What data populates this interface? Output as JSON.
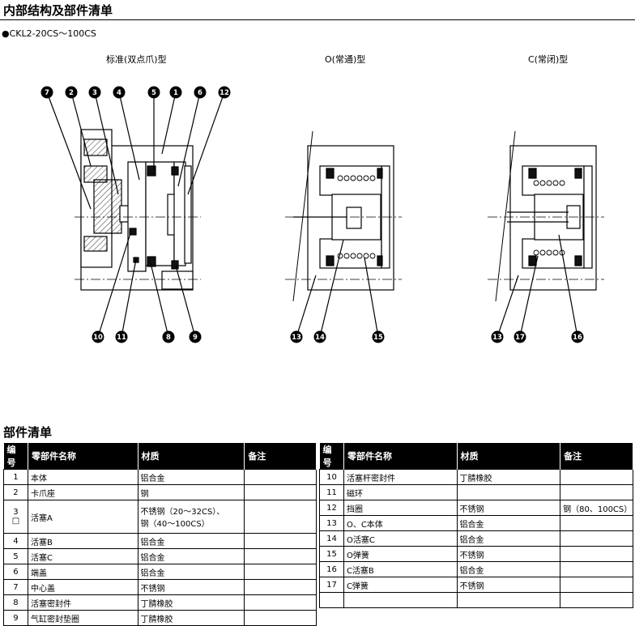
{
  "header": {
    "title": "内部结构及部件清单",
    "model_range": "●CKL2-20CS～100CS"
  },
  "diagrams": [
    {
      "label": "标准(双点爪)型"
    },
    {
      "label": "O(常通)型"
    },
    {
      "label": "C(常闭)型"
    }
  ],
  "callouts": {
    "standard_top": [
      "7",
      "2",
      "3",
      "4",
      "5",
      "1",
      "6",
      "12"
    ],
    "standard_bottom": [
      "10",
      "11",
      "8",
      "9"
    ],
    "open_bottom": [
      "13",
      "14",
      "15"
    ],
    "closed_bottom": [
      "13",
      "17",
      "16"
    ]
  },
  "parts_list": {
    "title": "部件清单",
    "columns": [
      "编号",
      "零部件名称",
      "材质",
      "备注"
    ],
    "left_rows": [
      {
        "no": "1",
        "name": "本体",
        "material": "铝合金",
        "note": ""
      },
      {
        "no": "2",
        "name": "卡爪座",
        "material": "钢",
        "note": ""
      },
      {
        "no": "3\n□",
        "name": "活塞A",
        "material": "不锈钢（20～32CS）、\n钢（40～100CS）",
        "note": ""
      },
      {
        "no": "4",
        "name": "活塞B",
        "material": "铝合金",
        "note": ""
      },
      {
        "no": "5",
        "name": "活塞C",
        "material": "铝合金",
        "note": ""
      },
      {
        "no": "6",
        "name": "端盖",
        "material": "铝合金",
        "note": ""
      },
      {
        "no": "7",
        "name": "中心盖",
        "material": "不锈钢",
        "note": ""
      },
      {
        "no": "8",
        "name": "活塞密封件",
        "material": "丁腈橡胶",
        "note": ""
      },
      {
        "no": "9",
        "name": "气缸密封垫圈",
        "material": "丁腈橡胶",
        "note": ""
      }
    ],
    "right_rows": [
      {
        "no": "10",
        "name": "活塞杆密封件",
        "material": "丁腈橡胶",
        "note": ""
      },
      {
        "no": "11",
        "name": "磁环",
        "material": "",
        "note": ""
      },
      {
        "no": "12",
        "name": "挡圈",
        "material": "不锈钢",
        "note": "钢（80、100CS）"
      },
      {
        "no": "13",
        "name": "O、C本体",
        "material": "铝合金",
        "note": ""
      },
      {
        "no": "14",
        "name": "O活塞C",
        "material": "铝合金",
        "note": ""
      },
      {
        "no": "15",
        "name": "O弹簧",
        "material": "不锈钢",
        "note": ""
      },
      {
        "no": "16",
        "name": "C活塞B",
        "material": "铝合金",
        "note": ""
      },
      {
        "no": "17",
        "name": "C弹簧",
        "material": "不锈钢",
        "note": ""
      },
      {
        "no": "",
        "name": "",
        "material": "",
        "note": ""
      }
    ]
  }
}
